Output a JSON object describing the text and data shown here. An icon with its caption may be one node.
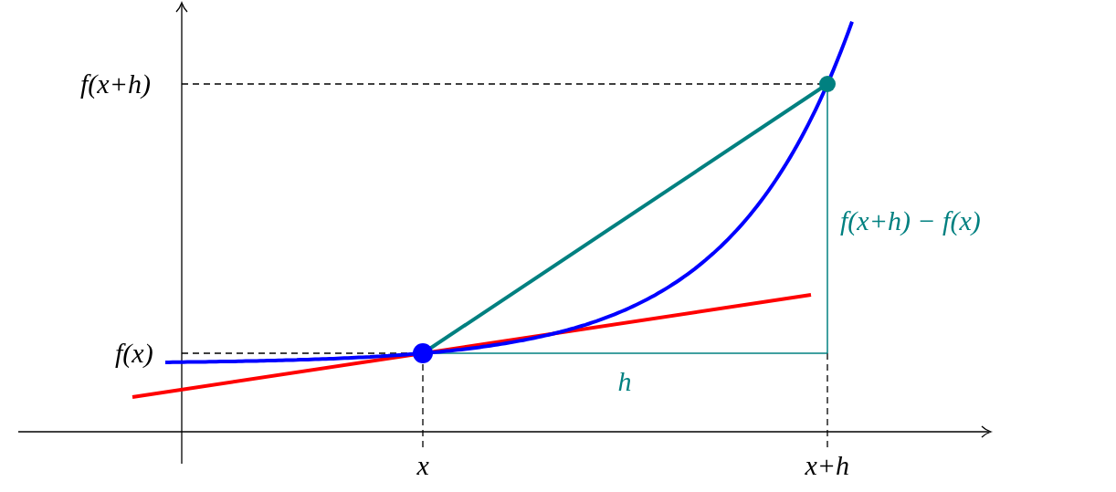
{
  "diagram": {
    "labels": [
      "f(x+h)",
      "f(x)",
      "x",
      "x+h",
      "h",
      "f(x+h) − f(x)"
    ]
  }
}
